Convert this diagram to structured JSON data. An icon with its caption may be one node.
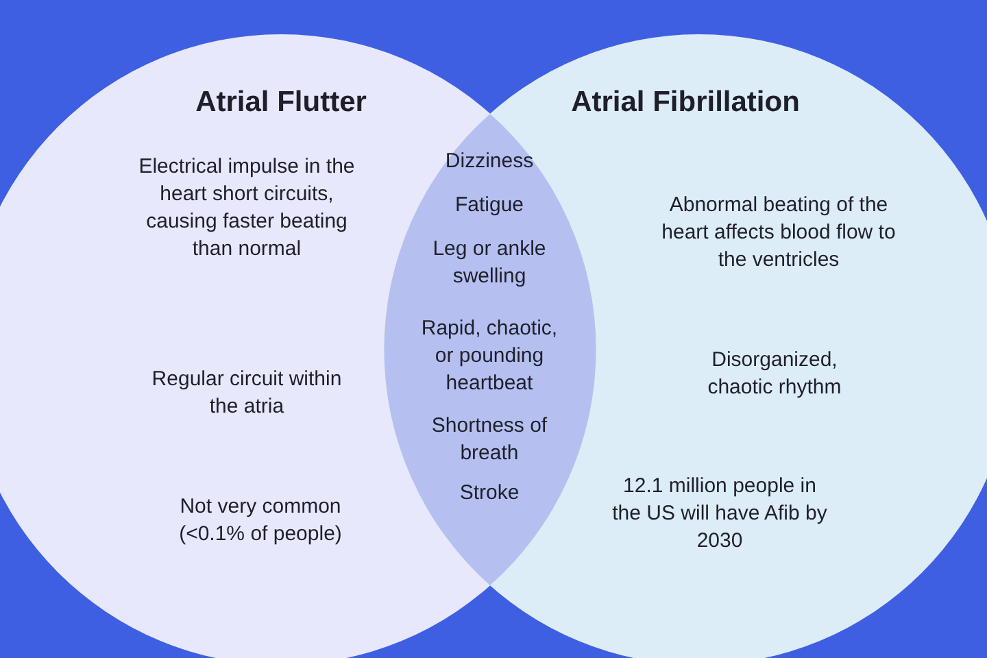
{
  "diagram": {
    "nodes": [
      {
        "text": [
          "Atrial Flutter",
          "Electrical impulse in the heart short circuits, causing faster beating than normal",
          "Regular circuit within the atria",
          "Not very common (<0.1% of people)"
        ]
      },
      {
        "text": [
          "Atrial Fibrillation",
          "Abnormal beating of the heart affects blood flow to the ventricles",
          "Disorganized, chaotic rhythm",
          "12.1 million people in the US will have Afib by 2030"
        ]
      },
      {
        "text": [
          "Dizziness",
          "Fatigue",
          "Leg or ankle swelling",
          "Rapid, chaotic, or pounding heartbeat",
          "Shortness of breath",
          "Stroke"
        ]
      }
    ],
    "edges": []
  }
}
